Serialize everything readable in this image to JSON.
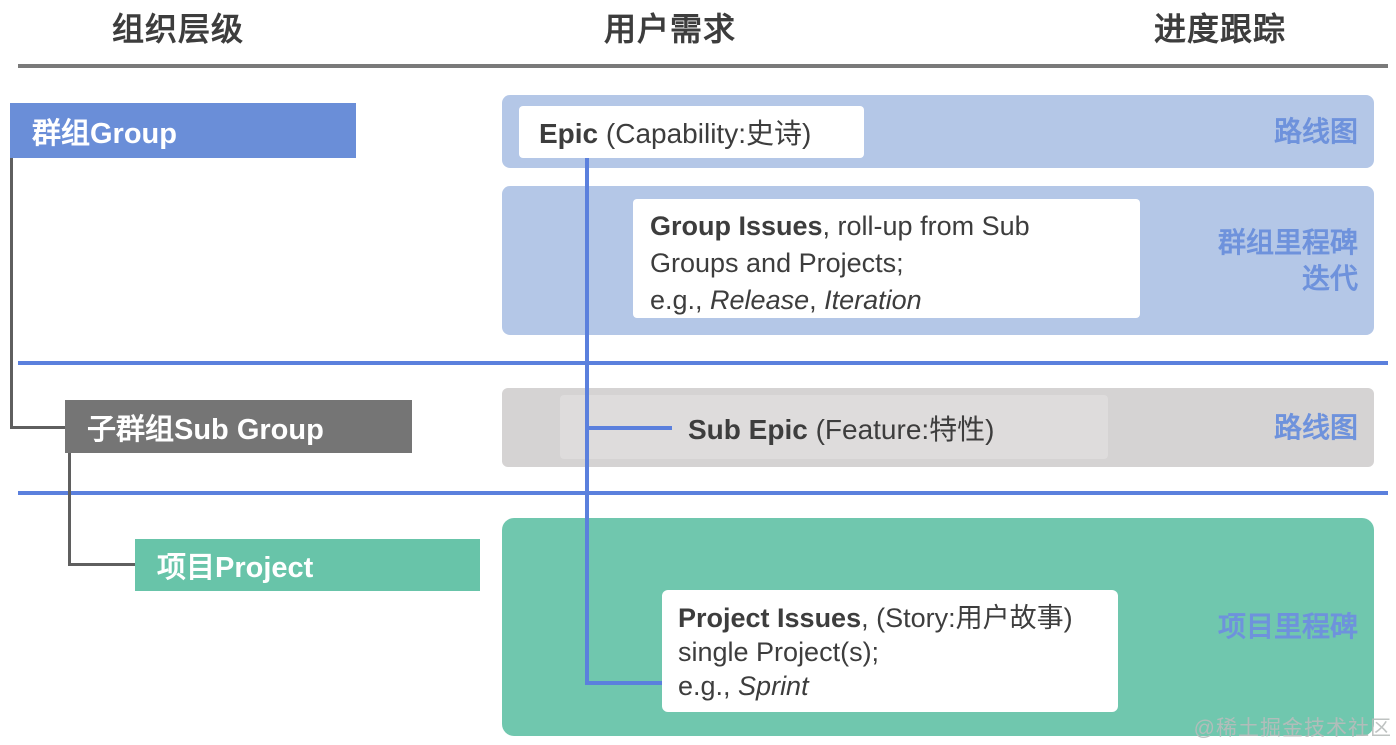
{
  "headers": {
    "org": "组织层级",
    "requirements": "用户需求",
    "tracking": "进度跟踪"
  },
  "org_boxes": {
    "group": "群组Group",
    "sub_group": "子群组Sub Group",
    "project": "项目Project"
  },
  "rows": {
    "epic": {
      "title_bold": "Epic",
      "title_rest": " (Capability:史诗)",
      "tracking_label": "路线图"
    },
    "group_issues": {
      "line1_bold": "Group Issues",
      "line1_rest": ", roll-up from Sub",
      "line2": "Groups and Projects;",
      "line3_prefix": " e.g., ",
      "line3_italic1": "Release",
      "line3_sep": ", ",
      "line3_italic2": "Iteration",
      "tracking_label_line1": "群组里程碑",
      "tracking_label_line2": "迭代"
    },
    "sub_epic": {
      "title_bold": "Sub Epic",
      "title_rest": " (Feature:特性)",
      "tracking_label": "路线图"
    },
    "project_issues": {
      "line1_bold": "Project Issues",
      "line1_rest": ", (Story:用户故事)",
      "line2": "single Project(s);",
      "line3_prefix": "e.g., ",
      "line3_italic": "Sprint",
      "tracking_label": "项目里程碑"
    }
  },
  "watermark": "@稀土掘金技术社区",
  "colors": {
    "band_blue": "#b4c7e7",
    "band_gray": "#d5d3d3",
    "band_teal": "#70c7ae",
    "group_box_blue": "#6a8ed8",
    "subgroup_box_gray": "#757575",
    "project_box_teal": "#68c4a9",
    "connector_blue": "#5b80dd",
    "label_blue": "#6e92dc",
    "connector_gray": "#5f5f5f",
    "header_text": "#3d3d3d"
  }
}
